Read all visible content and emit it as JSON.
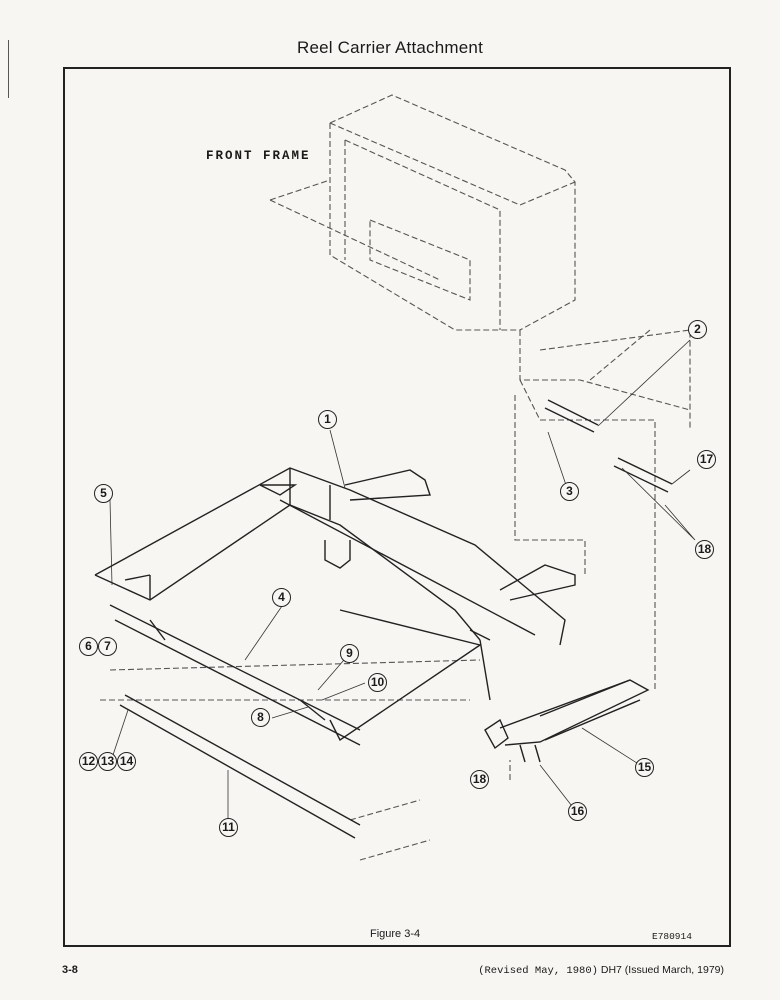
{
  "page": {
    "title": "Reel Carrier Attachment",
    "figure_caption": "Figure 3-4",
    "drawing_code": "E780914",
    "page_number": "3-8",
    "revision_note": "(Revised May, 1980)",
    "publication_note": "DH7 (Issued March, 1979)"
  },
  "drawing": {
    "section_label": "FRONT FRAME",
    "callouts": [
      "1",
      "2",
      "3",
      "4",
      "5",
      "6",
      "7",
      "8",
      "9",
      "10",
      "11",
      "12",
      "13",
      "14",
      "15",
      "16",
      "17",
      "18",
      "18"
    ]
  }
}
